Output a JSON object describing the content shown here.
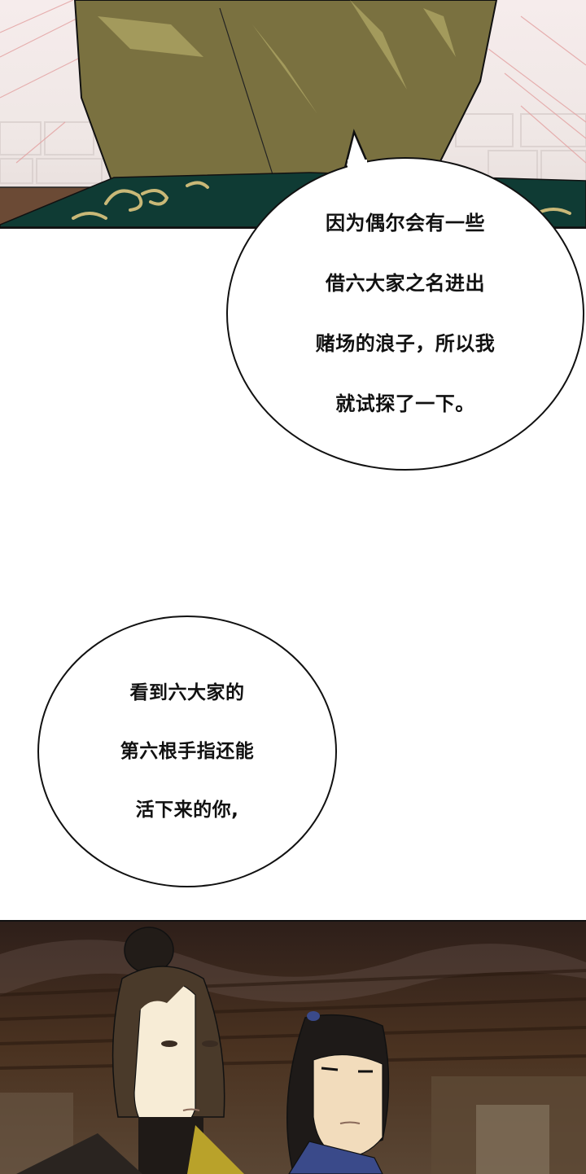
{
  "reader": {
    "type": "webtoon-vertical-scroll",
    "panels": [
      {
        "id": "panel-1",
        "description": "Close-up of an olive-green robed figure seated behind a table with a dark green gold-patterned tablecloth, wall tiles with red speed lines behind",
        "colors": {
          "robe": "#7a7140",
          "robe_highlight": "#a39a5c",
          "cloth": "#0f3b34",
          "cloth_pattern": "#c9b877",
          "floor": "#6b4a35",
          "wall": "#ece4e2"
        }
      },
      {
        "id": "panel-2",
        "description": "Two long-haired men in a dark wooden interior; left man with topknot bun in black and yellow robe, right man with ponytail in blue robe",
        "colors": {
          "background": "#3a2a1f",
          "skin": "#f7ecd6",
          "hair_left": "#4a3a2a",
          "hair_right": "#1e1a18",
          "robe_left": "#2a2420",
          "robe_left_accent": "#b9a22a",
          "robe_right": "#3a4a8a"
        }
      }
    ]
  },
  "dialogue": {
    "bubble_1": {
      "lines": [
        "因为偶尔会有一些",
        "借六大家之名进出",
        "赌场的浪子，所以我",
        "就试探了一下。"
      ]
    },
    "bubble_2": {
      "lines": [
        "看到六大家的",
        "第六根手指还能",
        "活下来的你,"
      ]
    }
  }
}
